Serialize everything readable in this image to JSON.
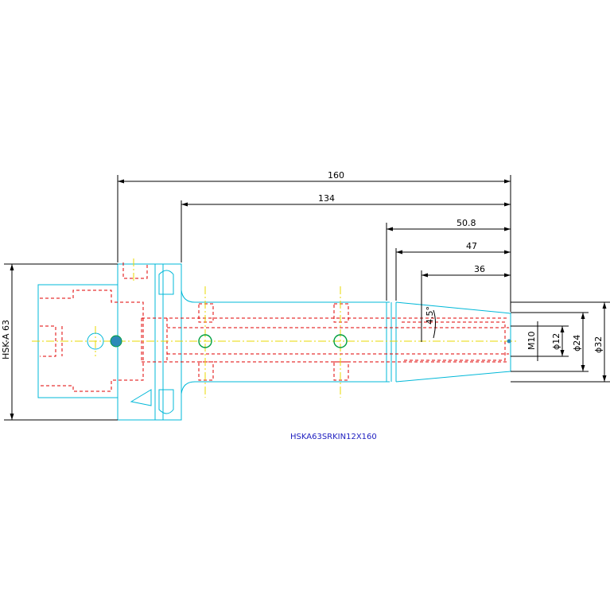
{
  "dimensions": {
    "overall_length": "160",
    "shank_length": "134",
    "len_50_8": "50.8",
    "len_47": "47",
    "len_36": "36",
    "taper_angle": "4.5°",
    "thread": "M10",
    "dia_12": "ϕ12",
    "dia_24": "ϕ24",
    "dia_32": "ϕ32",
    "interface": "HSK-A 63"
  },
  "title": "HSKA63SRKIN12X160",
  "colors": {
    "outline": "#00b8d8",
    "hidden": "#e00000",
    "center": "#e8d800",
    "dimension": "#000000",
    "title": "#2020c0"
  }
}
